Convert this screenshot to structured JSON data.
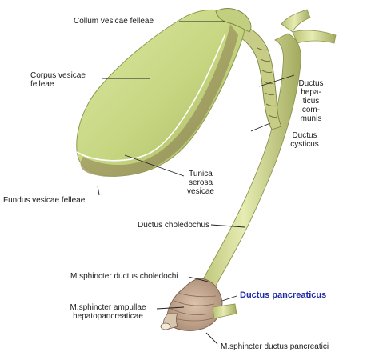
{
  "labels": {
    "collum": "Collum vesicae felleae",
    "corpus_line1": "Corpus vesicae",
    "corpus_line2": "felleae",
    "hepaticus_line1": "Ductus",
    "hepaticus_line2": "hepa-",
    "hepaticus_line3": "ticus",
    "hepaticus_line4": "com-",
    "hepaticus_line5": "munis",
    "cysticus_line1": "Ductus",
    "cysticus_line2": "cysticus",
    "tunica_line1": "Tunica",
    "tunica_line2": "serosa",
    "tunica_line3": "vesicae",
    "fundus": "Fundus vesicae felleae",
    "choledochus": "Ductus choledochus",
    "sphincter_choledochi": "M.sphincter ductus choledochi",
    "sphincter_ampullae_line1": "M.sphincter ampullae",
    "sphincter_ampullae_line2": "hepatopancreaticae",
    "pancreaticus": "Ductus pancreaticus",
    "sphincter_pancreatici": "M.sphincter ductus pancreatici"
  },
  "colors": {
    "gallbladder": "#c9d98a",
    "gallbladder_shadow": "#a9b66a",
    "duct": "#d6df97",
    "duct_shadow": "#a7ae63",
    "muscle": "#c9a98e",
    "accent_label": "#1f2aa6"
  }
}
